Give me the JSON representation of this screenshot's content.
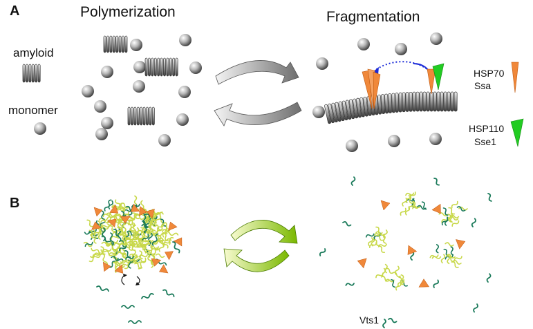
{
  "panels": {
    "a": "A",
    "b": "B"
  },
  "panel_a": {
    "left_title": "Polymerization",
    "right_title": "Fragmentation",
    "legend_amyloid": "amyloid",
    "legend_monomer": "monomer",
    "hsp70_name": "HSP70",
    "hsp70_yeast": "Ssa",
    "hsp110_name": "HSP110",
    "hsp110_yeast": "Sse1"
  },
  "panel_b": {
    "vts1_label": "Vts1"
  },
  "colors": {
    "hsp70": "#f0883a",
    "hsp110": "#22cc22",
    "arrow_gray": "#888888",
    "arrow_green": "#7ab800",
    "chain_dark": "#1a7a5a",
    "chain_light": "#c8d84a",
    "chaperone_path": "#1a2ad8"
  }
}
